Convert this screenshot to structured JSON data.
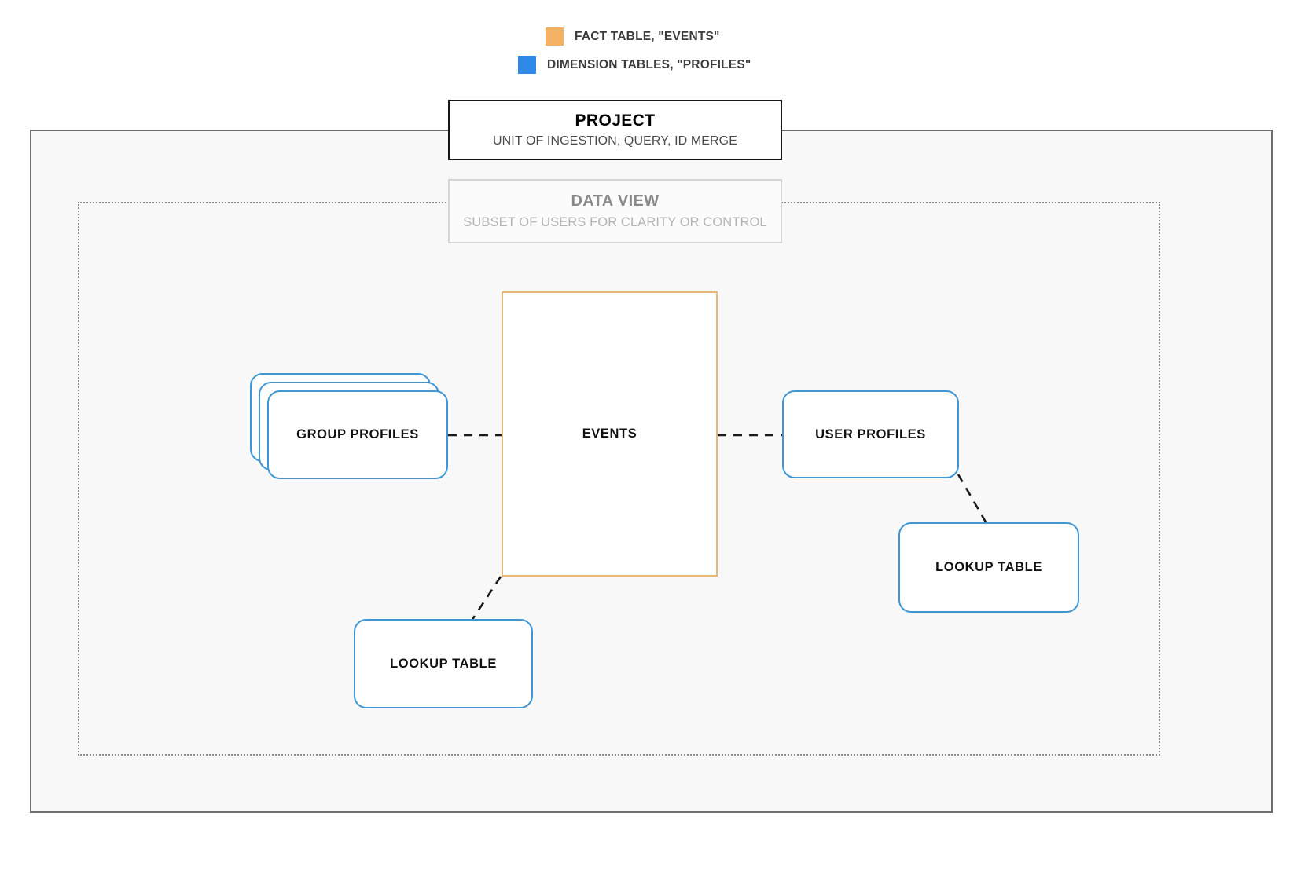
{
  "legend": {
    "items": [
      {
        "label": "FACT TABLE, \"EVENTS\"",
        "color": "#F5B162",
        "icon": "square-swatch-icon"
      },
      {
        "label": "DIMENSION TABLES, \"PROFILES\"",
        "color": "#3089E8",
        "icon": "square-swatch-icon"
      }
    ]
  },
  "project": {
    "title": "PROJECT",
    "subtitle": "UNIT OF INGESTION, QUERY, ID MERGE",
    "border_color": "#161616"
  },
  "data_view": {
    "title": "DATA VIEW",
    "subtitle": "SUBSET OF USERS FOR CLARITY OR CONTROL",
    "border_color": "#D4D4D4"
  },
  "nodes": {
    "events": {
      "label": "EVENTS",
      "type": "fact-table",
      "border_color": "#E8B878"
    },
    "group_profiles": {
      "label": "GROUP PROFILES",
      "type": "dimension-table-stack",
      "border_color": "#3F97D4",
      "stack_count": 3
    },
    "user_profiles": {
      "label": "USER PROFILES",
      "type": "dimension-table",
      "border_color": "#3F97D4"
    },
    "lookup_table_right": {
      "label": "LOOKUP TABLE",
      "type": "dimension-table",
      "border_color": "#3F97D4"
    },
    "lookup_table_left": {
      "label": "LOOKUP TABLE",
      "type": "dimension-table",
      "border_color": "#3F97D4"
    }
  },
  "connectors": [
    {
      "name": "group-profiles-to-events",
      "from": "group_profiles",
      "to": "events",
      "style": "dashed"
    },
    {
      "name": "events-to-user-profiles",
      "from": "events",
      "to": "user_profiles",
      "style": "dashed"
    },
    {
      "name": "user-profiles-to-lookup-right",
      "from": "user_profiles",
      "to": "lookup_table_right",
      "style": "dashed"
    },
    {
      "name": "events-to-lookup-left",
      "from": "events",
      "to": "lookup_table_left",
      "style": "dashed"
    }
  ]
}
